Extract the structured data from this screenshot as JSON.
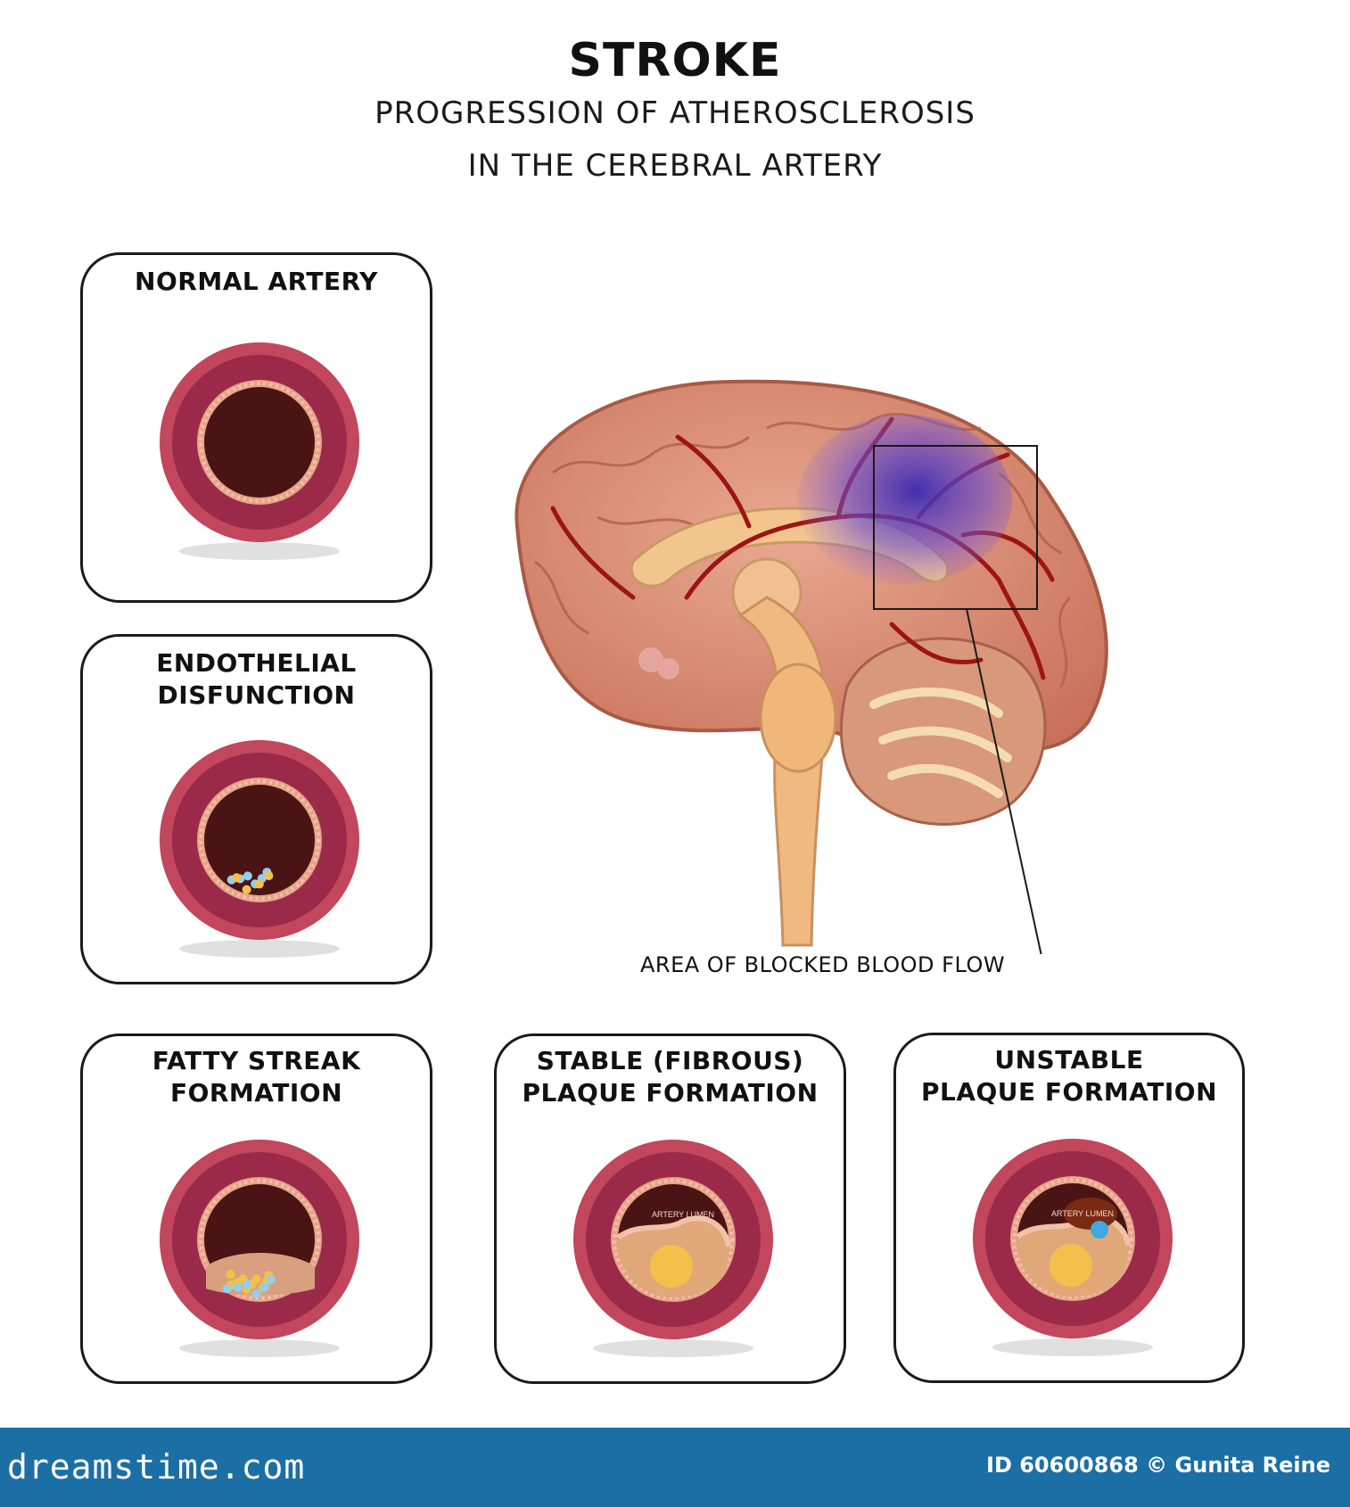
{
  "header": {
    "title": "STROKE",
    "subtitle_line1": "PROGRESSION OF ATHEROSCLEROSIS",
    "subtitle_line2": "IN THE CEREBRAL ARTERY"
  },
  "panels": [
    {
      "line1": "NORMAL ARTERY",
      "line2": "",
      "stage": "normal"
    },
    {
      "line1": "ENDOTHELIAL",
      "line2": "DISFUNCTION",
      "stage": "endothelial"
    },
    {
      "line1": "FATTY STREAK",
      "line2": "FORMATION",
      "stage": "fatty"
    },
    {
      "line1": "STABLE (FIBROUS)",
      "line2": "PLAQUE FORMATION",
      "stage": "stable"
    },
    {
      "line1": "UNSTABLE",
      "line2": "PLAQUE FORMATION",
      "stage": "unstable"
    }
  ],
  "artery_lumen_label": "ARTERY LUMEN",
  "brain": {
    "blocked_label": "AREA OF BLOCKED BLOOD FLOW"
  },
  "footer": {
    "brand": "dreamstime.com",
    "credit": "ID 60600868 © Gunita Reine"
  },
  "colors": {
    "artery_outer": "#c2465c",
    "artery_media": "#9b2a4a",
    "lumen": "#4a1414",
    "plaque": "#f3c14a",
    "brain": "#d98c6f",
    "vessel": "#a01a18",
    "ischemia": "#5a3cc0",
    "footer": "#1b6fa5"
  }
}
